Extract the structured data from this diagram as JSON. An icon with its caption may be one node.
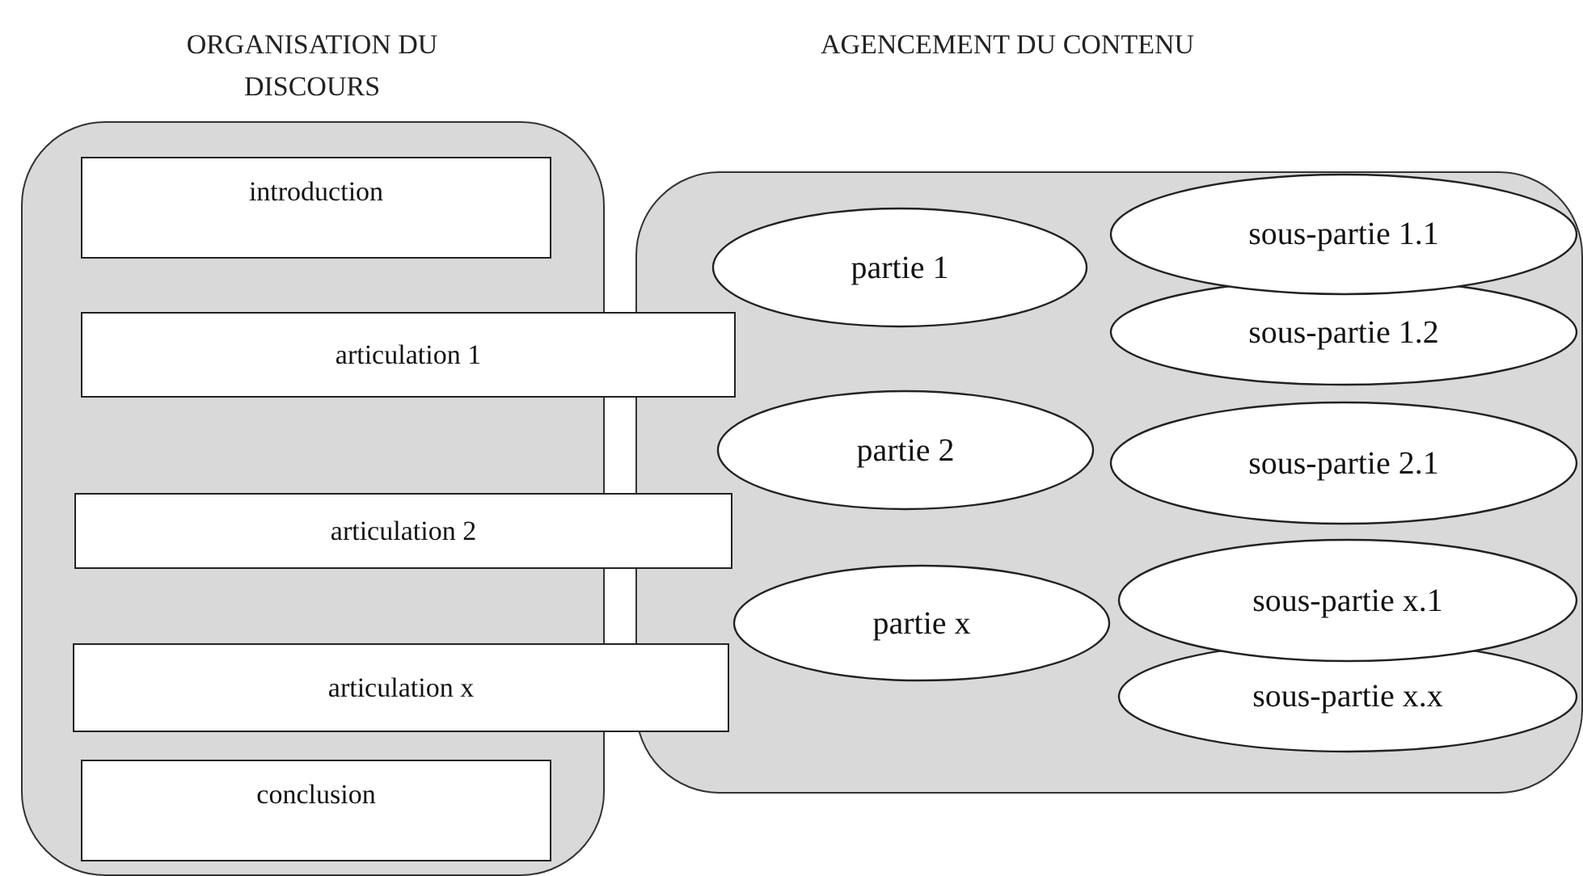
{
  "diagram": {
    "nodes": [
      {
        "text": [
          "ORGANISATION DU DISCOURS"
        ]
      },
      {
        "text": [
          "introduction"
        ],
        "in": 0
      },
      {
        "text": [
          "articulation 1"
        ]
      },
      {
        "text": [
          "articulation 2"
        ]
      },
      {
        "text": [
          "articulation x"
        ]
      },
      {
        "text": [
          "conclusion"
        ],
        "in": 0
      },
      {
        "text": [
          "AGENCEMENT DU CONTENU"
        ]
      },
      {
        "text": [
          "partie 1"
        ],
        "in": 6
      },
      {
        "text": [
          "sous-partie 1.1"
        ],
        "in": 6
      },
      {
        "text": [
          "sous-partie 1.2"
        ],
        "in": 6
      },
      {
        "text": [
          "partie 2"
        ],
        "in": 6
      },
      {
        "text": [
          "sous-partie 2.1"
        ],
        "in": 6
      },
      {
        "text": [
          "partie x"
        ],
        "in": 6
      },
      {
        "text": [
          "sous-partie x.1"
        ],
        "in": 6
      },
      {
        "text": [
          "sous-partie x.x"
        ],
        "in": 6
      }
    ]
  }
}
